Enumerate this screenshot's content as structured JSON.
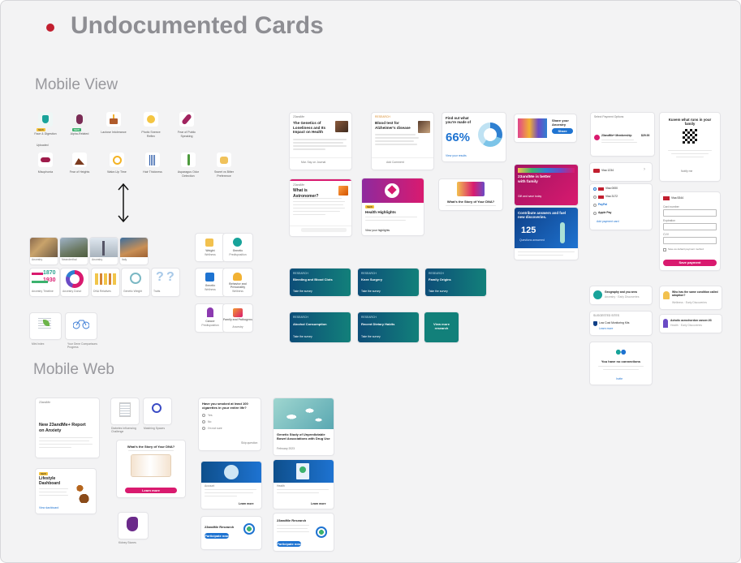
{
  "title": "Undocumented Cards",
  "sections": {
    "mobile_view": "Mobile View",
    "mobile_web": "Mobile Web"
  },
  "colors": {
    "dot": "#c21f2f",
    "title": "#8e8e93",
    "section": "#98989d",
    "brand_magenta": "#d91a6f",
    "brand_blue": "#1e73d1"
  },
  "icon_grid": {
    "row1": [
      {
        "label": "Face & Digestion",
        "icon": "shield-icon",
        "badge": "NEW"
      },
      {
        "label": "Alpha-Related",
        "icon": "person-icon",
        "badge": "NEW"
      },
      {
        "label": "Lactose Intolerance",
        "icon": "cake-icon"
      },
      {
        "label": "Photic Sneeze Reflex",
        "icon": "sun-icon"
      },
      {
        "label": "Fear of Public Speaking",
        "icon": "microphone-icon"
      }
    ],
    "row2": [
      {
        "label": "Misophonia",
        "icon": "lips-icon"
      },
      {
        "label": "Fear of Heights",
        "icon": "cliff-icon"
      },
      {
        "label": "Wake-Up Time",
        "icon": "alarm-icon"
      },
      {
        "label": "Hair Thickness",
        "icon": "comb-icon"
      },
      {
        "label": "Asparagus Odor Detection",
        "icon": "asparagus-icon"
      },
      {
        "label": "Sweet vs Bitter Preference",
        "icon": "hand-icon"
      }
    ],
    "row1_extra": "Uploaded"
  },
  "photo_cards": [
    "Ancestry",
    "Neanderthal",
    "Ancestry",
    "Italy"
  ],
  "stat_cards": [
    {
      "label": "Ancestry Timeline",
      "value1": "1870",
      "value2": "1930"
    },
    {
      "label": "Ancestry Donut"
    },
    {
      "label": "DNA Relatives"
    },
    {
      "label": "Genetic Weight"
    },
    {
      "label": "Traits"
    }
  ],
  "bottom_icons": [
    "Mini Index",
    "Your Gene Comparisons Progress"
  ],
  "report_tiles": [
    {
      "label": "Weight",
      "sub": "Wellness"
    },
    {
      "label": "Genetic",
      "sub": "Predisposition"
    },
    {
      "label": "Genetic",
      "sub": "Wellness"
    },
    {
      "label": "Behavior and Personality",
      "sub": "Wellness"
    },
    {
      "label": "Cancer",
      "sub": "Predisposition"
    },
    {
      "label": "Family and Pathogens",
      "sub": "Ancestry"
    }
  ],
  "article_cards": {
    "loneliness": {
      "tag": "23andMe",
      "title": "The Genetics of Loneliness and Its Impact on Health",
      "footer": "Mar. Say on Journal"
    },
    "alzheimer": {
      "tag": "RESEARCH",
      "title": "Blood test for Alzheimer's disease",
      "footer": "Add Comment"
    },
    "made_of": {
      "title": "Find out what you're made of",
      "value": "66%",
      "footer": "View your results"
    },
    "ancestry_top": {
      "title": "Share your Ancestry",
      "button": "Share"
    },
    "astronomer": {
      "tag": "23andMe",
      "title": "What is Astronomer?"
    },
    "health_highlights": {
      "tag": "NEW",
      "title": "Health Highlights",
      "footer": "View your highlights"
    },
    "story": {
      "title": "What's the Story of Your DNA?"
    },
    "better_family": {
      "title": "23andMe is better with family",
      "button": "Gift and save today"
    },
    "contribute": {
      "title": "Contribute answers and fuel new discoveries.",
      "value": "125",
      "sub": "Questions answered"
    },
    "kuvem": {
      "title": "Kuvem what runs in your family",
      "link": "Notify me"
    }
  },
  "survey_cards": [
    {
      "tag": "RESEARCH",
      "title": "Bleeding and Blood Clots",
      "action": "Take the survey"
    },
    {
      "tag": "RESEARCH",
      "title": "Knee Surgery",
      "action": "Take the survey"
    },
    {
      "tag": "RESEARCH",
      "title": "Family Origins",
      "action": "Take the survey"
    },
    {
      "tag": "RESEARCH",
      "title": "Alcohol Consumption",
      "action": "Take the survey"
    },
    {
      "tag": "RESEARCH",
      "title": "Recent Dietary Habits",
      "action": "Take the survey"
    },
    {
      "tag": "",
      "title": "View more research",
      "action": ""
    }
  ],
  "payment": {
    "header": "Select Payment Options",
    "membership": "23andMe+ Membership",
    "price": "$29.00",
    "methods": [
      "Visa 1234",
      "Visa 0000",
      "Visa 3172",
      "PayPal",
      "Apple Pay"
    ],
    "add_link": "Add payment card",
    "card_label": "Visa 5344",
    "fields": [
      "Card number",
      "Expiration",
      "CVV"
    ],
    "save_default": "Save as default payment method",
    "save_button": "Save payment"
  },
  "misc_cards": {
    "geography": {
      "title": "Geography and you area",
      "sub": "Ancestry · Early Discoveries"
    },
    "who_has": {
      "title": "Who has the same condition called adoption?",
      "sub": "Wellness · Early Discoveries"
    },
    "suggested": {
      "header": "SUGGESTED SITES",
      "title": "Low Cost Monitoring Kits",
      "link": "Learn more"
    },
    "acholic": {
      "title": "Acholic acrochordon cancer-03",
      "sub": "Health · Early Discoveries"
    },
    "connections": {
      "title": "You have no connections",
      "link": "Invite"
    }
  },
  "web_cards": {
    "anxiety": {
      "tag": "23andMe",
      "title": "New 23andMe+ Report on Anxiety"
    },
    "lifestyle": {
      "tag": "NEW",
      "title": "Lifestyle Dashboard",
      "link": "View dashboard"
    },
    "tiles": [
      {
        "label": "Diabetes Influencing Challenge"
      },
      {
        "label": "Matching Spaces"
      }
    ],
    "story_web": {
      "title": "What's the Story of Your DNA?",
      "button": "Learn more"
    },
    "kidney": {
      "label": "Kidney Stones"
    },
    "survey": {
      "question": "Have you smoked at least 100 cigarettes in your entire life?",
      "options": [
        "Yes",
        "No",
        "I'm not sure"
      ],
      "skip": "Skip question"
    },
    "pills": {
      "title": "Genetic Study of Unpredictable Bowel Associations with Drug Use",
      "date": "February 2023"
    },
    "doctor": {
      "tag": "Account",
      "action": "Learn more"
    },
    "report": {
      "tag": "Health",
      "action": "Learn more"
    },
    "research1": {
      "title": "23andMe Research",
      "button": "Participate now"
    },
    "research2": {
      "title": "23andMe Research",
      "button": "Participate now"
    }
  }
}
